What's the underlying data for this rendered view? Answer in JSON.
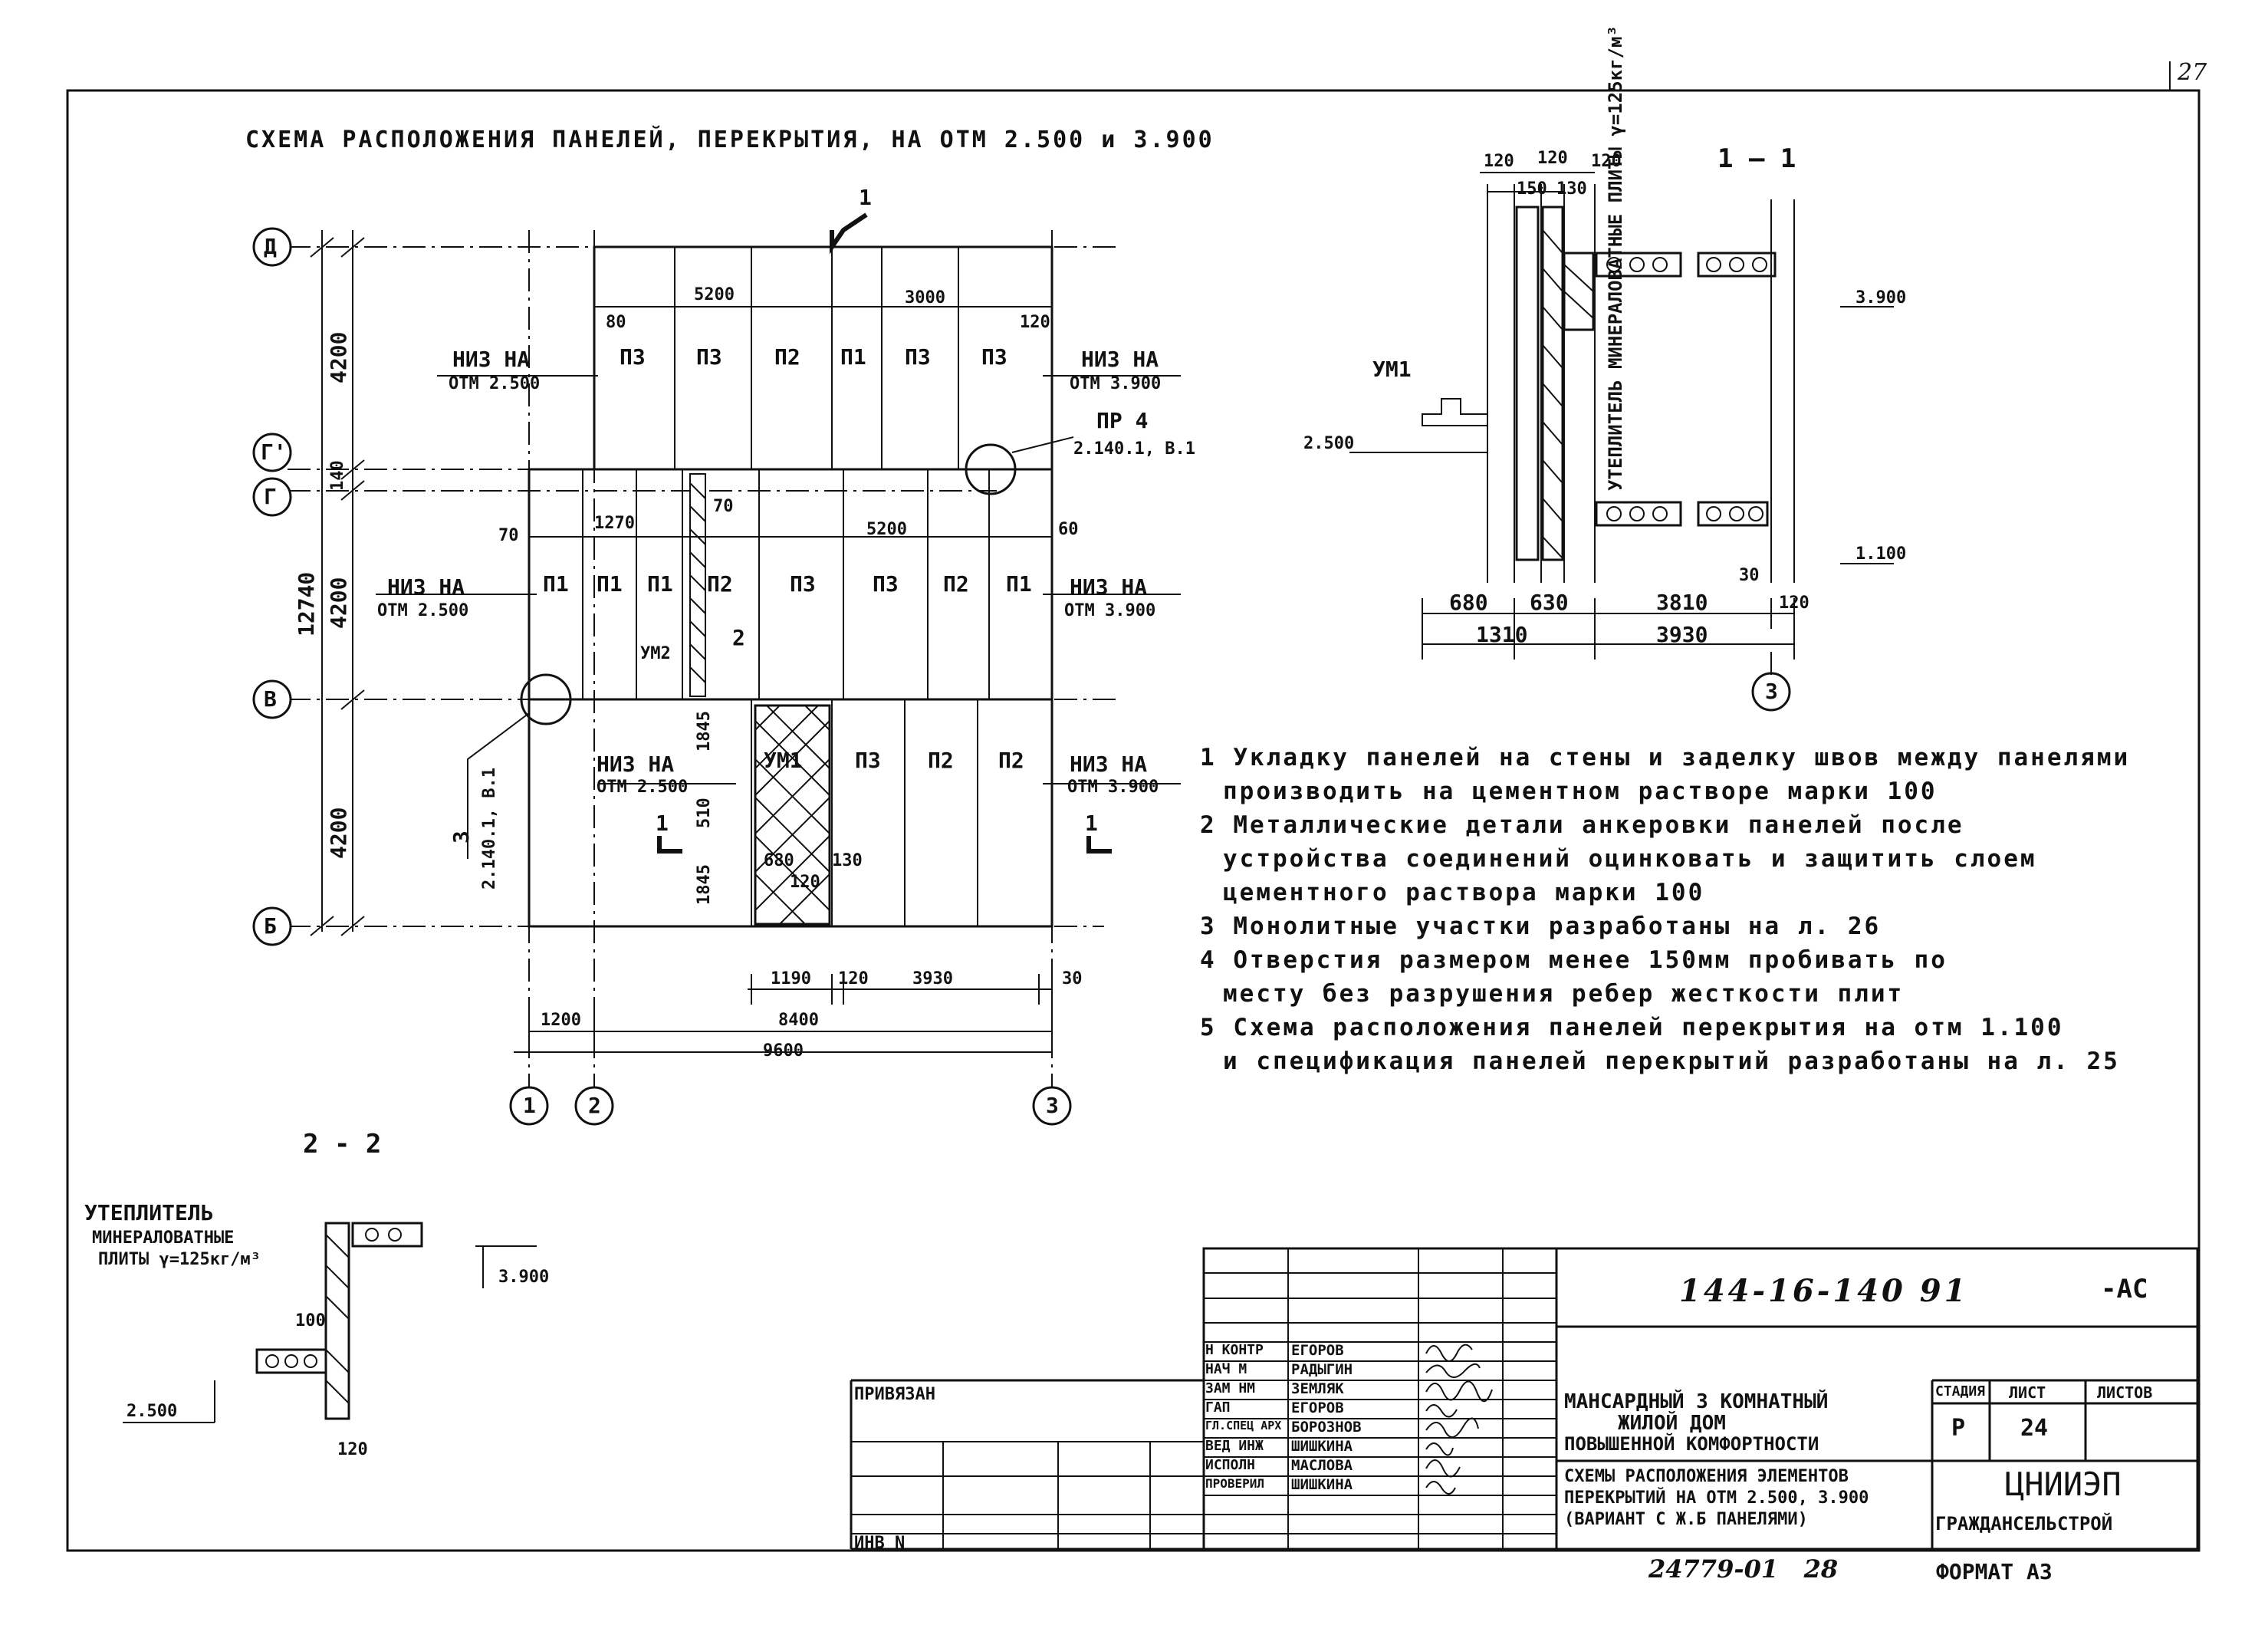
{
  "sheet": {
    "page_number": "27",
    "format_label": "ФОРМАТ А3",
    "archive_number": "24779-01",
    "copy_number": "28"
  },
  "plan": {
    "title": "СХЕМА РАСПОЛОЖЕНИЯ ПАНЕЛЕЙ, ПЕРЕКРЫТИЯ, НА ОТМ 2.500 и 3.900",
    "axes_letters": [
      "Д",
      "Г'",
      "Г",
      "В",
      "Б"
    ],
    "axes_numbers": [
      "1",
      "2",
      "3"
    ],
    "dim_4200_a": "4200",
    "dim_4200_b": "4200",
    "dim_4200_c": "4200",
    "dim_140": "140",
    "dim_12740": "12740",
    "dim_5200_top": "5200",
    "dim_3000": "3000",
    "dim_80": "80",
    "dim_120_top": "120",
    "dim_70_a": "70",
    "dim_70_b": "70",
    "dim_1270": "1270",
    "dim_5200_mid": "5200",
    "dim_60": "60",
    "dim_1190": "1190",
    "dim_120_bot": "120",
    "dim_3930": "3930",
    "dim_30": "30",
    "dim_1200": "1200",
    "dim_8400": "8400",
    "dim_9600": "9600",
    "dim_1845_a": "1845",
    "dim_1845_b": "1845",
    "dim_510": "510",
    "dim_680": "680",
    "dim_120_c": "120",
    "dim_130": "130",
    "niz_label": "НИЗ НА",
    "otm_2500": "ОТМ 2.500",
    "otm_3900": "ОТМ 3.900",
    "row1_panels": [
      "П3",
      "П3",
      "П2",
      "П1",
      "П3",
      "П3"
    ],
    "row2_panels": [
      "П1",
      "П1",
      "П1",
      "П2",
      "П3",
      "П3",
      "П2",
      "П1"
    ],
    "row3_panels": [
      "УМ1",
      "П3",
      "П2",
      "П2"
    ],
    "um2": "УМ2",
    "pr4": "ПР 4",
    "ref_node_1": "2.140.1, В.1",
    "ref_node_2": "2.140.1, В.1",
    "ref_3": "3",
    "cut_1": "1",
    "cut_2": "2",
    "cut_mark_1": "1",
    "cut_mark_2": "1"
  },
  "section_1_1": {
    "title": "1 — 1",
    "dims_top": [
      "120",
      "120",
      "120"
    ],
    "dims_top2": [
      "150",
      "130"
    ],
    "insulation_label": "УТЕПЛИТЕЛЬ МИНЕРАЛОВАТНЫЕ ПЛИТЫ γ=125кг/м³",
    "um1": "УМ1",
    "level_3900": "3.900",
    "level_2500": "2.500",
    "level_1100": "1.100",
    "dims_bottom": [
      "680",
      "630",
      "3810",
      "120"
    ],
    "dim_30": "30",
    "dims_bottom2": [
      "1310",
      "3930"
    ],
    "axis": "3"
  },
  "section_2_2": {
    "title": "2 - 2",
    "insulation_label": "УТЕПЛИТЕЛЬ",
    "insulation_sub1": "МИНЕРАЛОВАТНЫЕ",
    "insulation_sub2": "ПЛИТЫ γ=125кг/м³",
    "dim_100": "100",
    "level_3900": "3.900",
    "level_2500": "2.500",
    "dim_120": "120"
  },
  "notes": [
    "1 Укладку панелей на стены и заделку швов между панелями",
    "производить на цементном растворе марки 100",
    "2 Металлические детали анкеровки панелей после",
    "устройства соединений оцинковать и защитить слоем",
    "цементного раствора марки 100",
    "3 Монолитные участки разработаны на л. 26",
    "4 Отверстия размером менее 150мм пробивать по",
    "месту без разрушения ребер жесткости плит",
    "5 Схема расположения панелей перекрытия на отм 1.100",
    "и спецификация панелей перекрытий разработаны на л. 25"
  ],
  "title_block": {
    "doc_code": "144-16-140 91",
    "doc_suffix": "-АС",
    "privyazan": "ПРИВЯЗАН",
    "inv": "ИНВ N",
    "roles": [
      "Н КОНТР",
      "НАЧ М",
      "ЗАМ НМ",
      "ГАП",
      "ГЛ.СПЕЦ АРХ",
      "ВЕД ИНЖ",
      "ИСПОЛН",
      "ПРОВЕРИЛ"
    ],
    "names": [
      "ЕГОРОВ",
      "РАДЫГИН",
      "ЗЕМЛЯК",
      "ЕГОРОВ",
      "БОРОЗНОВ",
      "ШИШКИНА",
      "МАСЛОВА",
      "ШИШКИНА"
    ],
    "project_title_1": "МАНСАРДНЫЙ 3 КОМНАТНЫЙ",
    "project_title_2": "ЖИЛОЙ ДОМ",
    "project_title_3": "ПОВЫШЕННОЙ КОМФОРТНОСТИ",
    "sheet_title_1": "СХЕМЫ РАСПОЛОЖЕНИЯ ЭЛЕМЕНТОВ",
    "sheet_title_2": "ПЕРЕКРЫТИЙ НА ОТМ 2.500, 3.900",
    "sheet_title_3": "(ВАРИАНТ С Ж.Б ПАНЕЛЯМИ)",
    "stage_label": "СТАДИЯ",
    "list_label": "ЛИСТ",
    "lists_label": "ЛИСТОВ",
    "stage": "Р",
    "list_no": "24",
    "org_1": "ЦНИИЭП",
    "org_2": "ГРАЖДАНСЕЛЬСТРОЙ"
  }
}
